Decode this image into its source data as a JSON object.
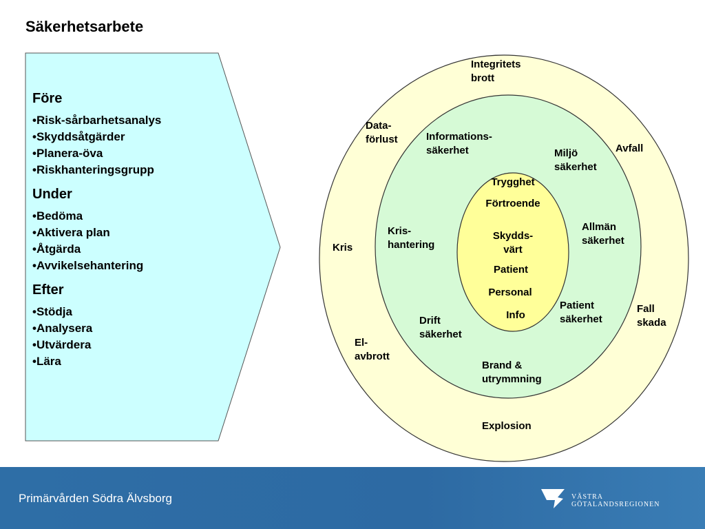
{
  "title": "Säkerhetsarbete",
  "phases": [
    {
      "heading": "Före",
      "items": [
        "Risk-sårbarhetsanalys",
        "Skyddsåtgärder",
        "Planera-öva",
        "Riskhanteringsgrupp"
      ]
    },
    {
      "heading": "Under",
      "items": [
        "Bedöma",
        "Aktivera plan",
        "Åtgärda",
        "Avvikelsehantering"
      ]
    },
    {
      "heading": "Efter",
      "items": [
        "Stödja",
        "Analysera",
        "Utvärdera",
        "Lära"
      ]
    }
  ],
  "colors": {
    "outer_ring": "#ffffd6",
    "middle_ring": "#d6fad6",
    "inner_core": "#ffff99",
    "arrow_fill": "#ccffff",
    "footer": "#2d6aa3"
  },
  "outer_labels": {
    "integritet": "Integritets\nbrott",
    "dataforlust": "Data-\nförlust",
    "avfall": "Avfall",
    "kris": "Kris",
    "fallskada": "Fall\nskada",
    "elavbrott": "El-\navbrott",
    "explosion": "Explosion"
  },
  "middle_labels": {
    "informationssakerhet": "Informations-\nsäkerhet",
    "miljosakerhet": "Miljö\nsäkerhet",
    "krishantering": "Kris-\nhantering",
    "allmansakerhet": "Allmän\nsäkerhet",
    "patientsakerhet": "Patient\nsäkerhet",
    "driftsakerhet": "Drift\nsäkerhet",
    "brand": "Brand &\nutrymmning"
  },
  "core_labels": {
    "trygghet": "Trygghet",
    "fortroende": "Förtroende",
    "skyddsvart": "Skydds-\nvärt",
    "patient": "Patient",
    "personal": "Personal",
    "info": "Info"
  },
  "footer": {
    "organization": "Primärvården Södra Älvsborg",
    "logo_text_line1": "VÄSTRA",
    "logo_text_line2": "GÖTALANDSREGIONEN"
  }
}
